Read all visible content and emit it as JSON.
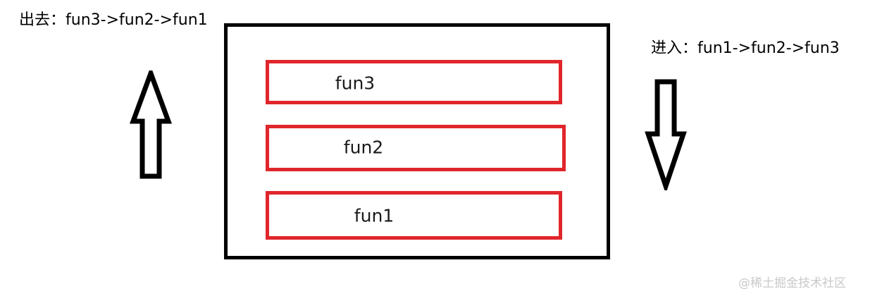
{
  "diagram": {
    "title_left": "出去：fun3->fun2->fun1",
    "title_right": "进入：fun1->fun2->fun3",
    "stack_frames": [
      {
        "label": "fun3",
        "order": 3
      },
      {
        "label": "fun2",
        "order": 2
      },
      {
        "label": "fun1",
        "order": 1
      }
    ],
    "arrows": [
      {
        "name": "up-arrow",
        "direction": "up",
        "meaning": "出去"
      },
      {
        "name": "down-arrow",
        "direction": "down",
        "meaning": "进入"
      }
    ],
    "colors": {
      "frame_border": "#000000",
      "stack_item_border": "#e0262b",
      "background": "#ffffff",
      "text": "#000000",
      "watermark": "#c9c9c9"
    }
  },
  "watermark": {
    "text": "@稀土掘金技术社区"
  }
}
